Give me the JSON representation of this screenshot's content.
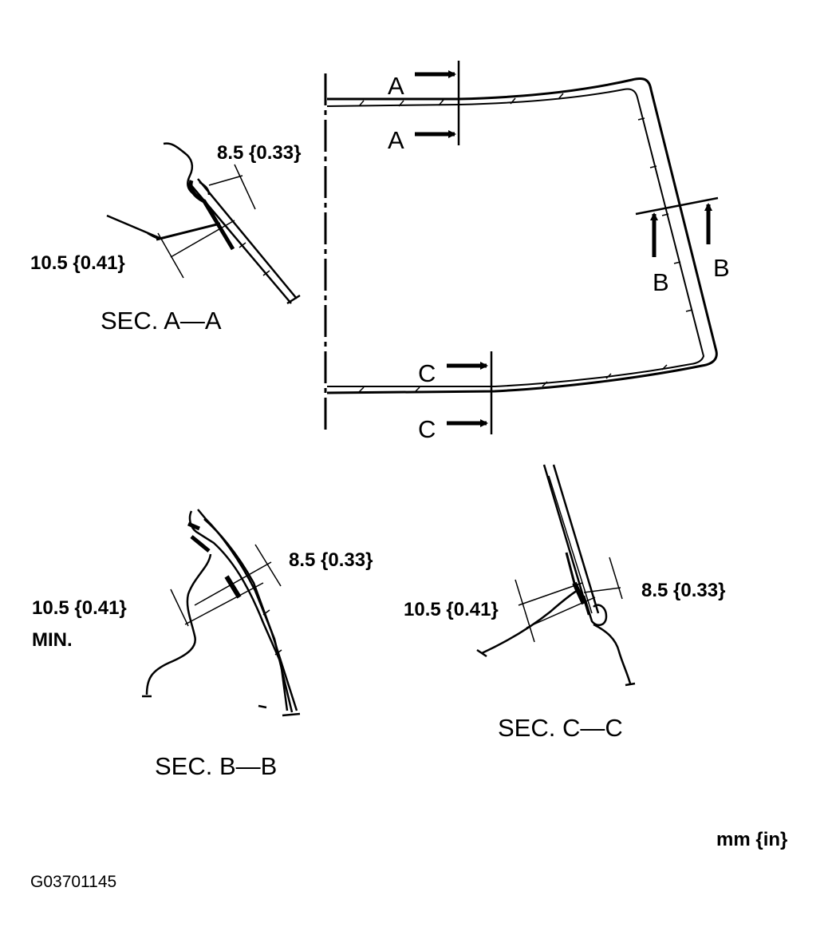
{
  "section_markers": {
    "a_top": "A",
    "a_bottom": "A",
    "b_left": "B",
    "b_right": "B",
    "c_top": "C",
    "c_bottom": "C"
  },
  "section_a": {
    "title": "SEC. A—A",
    "dim_upper": "8.5 {0.33}",
    "dim_lower": "10.5 {0.41}"
  },
  "section_b": {
    "title": "SEC. B—B",
    "dim_upper": "8.5 {0.33}",
    "dim_lower": "10.5 {0.41}",
    "dim_lower_note": "MIN."
  },
  "section_c": {
    "title": "SEC. C—C",
    "dim_right": "8.5 {0.33}",
    "dim_left": "10.5 {0.41}"
  },
  "units_note": "mm {in}",
  "figure_code": "G03701145"
}
